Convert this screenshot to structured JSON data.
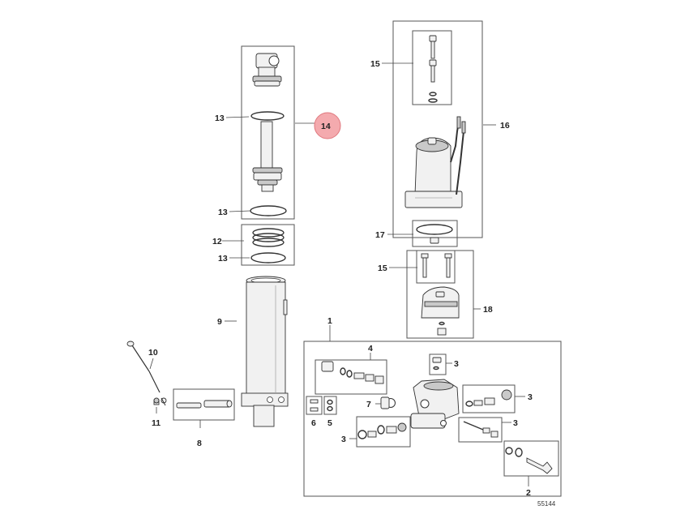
{
  "callouts": {
    "c1": "1",
    "c2": "2",
    "c3a": "3",
    "c3b": "3",
    "c3c": "3",
    "c3d": "3",
    "c4": "4",
    "c5": "5",
    "c6": "6",
    "c7": "7",
    "c8": "8",
    "c9": "9",
    "c10": "10",
    "c11": "11",
    "c12": "12",
    "c13a": "13",
    "c13b": "13",
    "c13c": "13",
    "c14": "14",
    "c15a": "15",
    "c15b": "15",
    "c16": "16",
    "c17": "17",
    "c18": "18"
  },
  "highlight_color": "#f4aaae",
  "reference_number": "55144"
}
